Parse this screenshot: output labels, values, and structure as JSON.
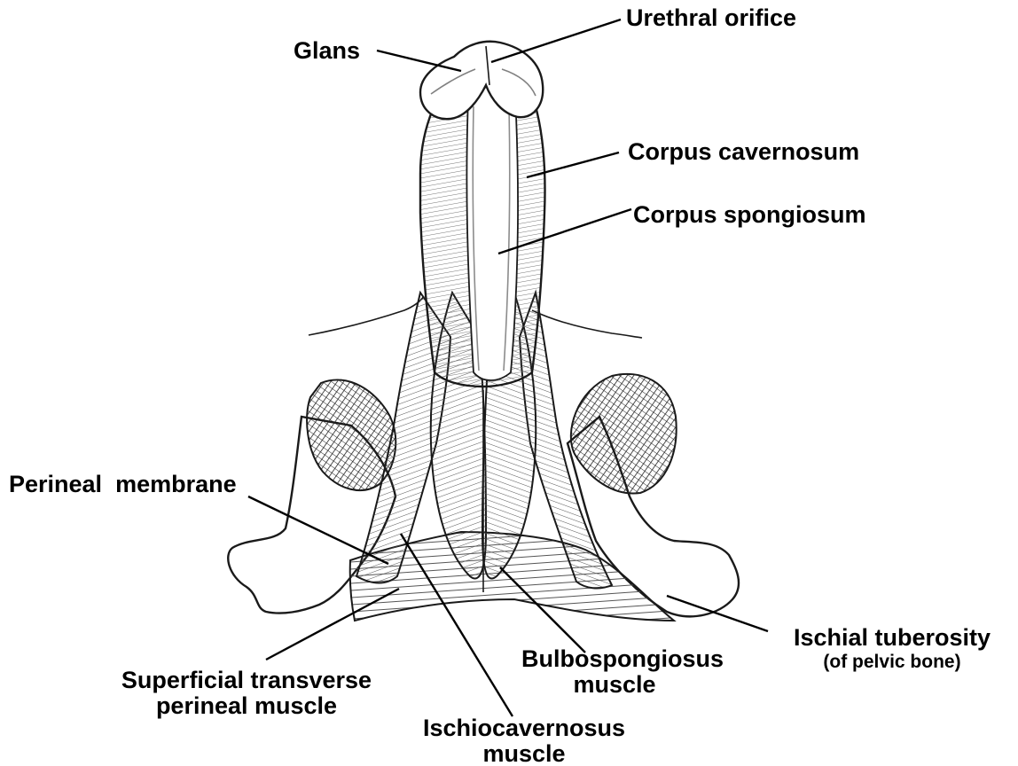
{
  "labels": {
    "glans": "Glans",
    "urethral_orifice": "Urethral orifice",
    "corpus_cavernosum": "Corpus cavernosum",
    "corpus_spongiosum": "Corpus spongiosum",
    "perineal_membrane": "Perineal  membrane",
    "ischial_tuberosity": "Ischial tuberosity",
    "ischial_tuberosity_sub": "(of pelvic bone)",
    "bulbospongiosus_1": "Bulbospongiosus",
    "bulbospongiosus_2": "muscle",
    "superficial_1": "Superficial transverse",
    "superficial_2": "perineal muscle",
    "ischiocavernosus_1": "Ischiocavernosus",
    "ischiocavernosus_2": "muscle"
  },
  "colors": {
    "ink": "#000000",
    "background": "#ffffff",
    "hatch": "#333333"
  }
}
